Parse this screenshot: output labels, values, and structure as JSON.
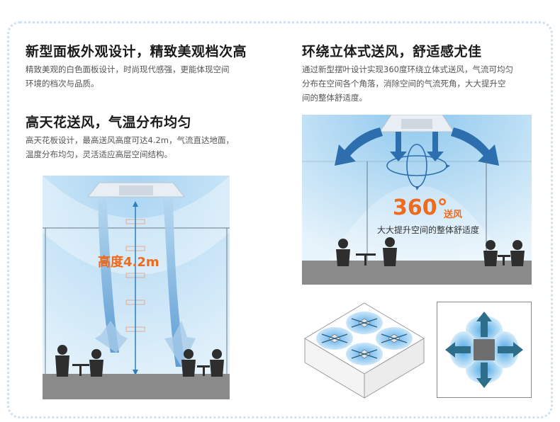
{
  "left": {
    "section1": {
      "title": "新型面板外观设计，精致美观档次高",
      "desc_line1": "精致美观的白色面板设计，时尚现代感强，更能体现空间",
      "desc_line2": "环境的档次与品质。"
    },
    "section2": {
      "title": "高天花送风，气温分布均匀",
      "desc_line1": "高天花板设计，最高送风高度可达4.2m，气流直达地面，",
      "desc_line2": "温度分布均匀，灵活适应高层空间结构。"
    },
    "height_label": "高度4.2m"
  },
  "right": {
    "section1": {
      "title": "环绕立体式送风，舒适感尤佳",
      "desc_line1": "通过新型摆叶设计实现360度环绕立体式送风，气流可均匀",
      "desc_line2": "分布在空间各个角落，消除空间的气流死角，大大提升空",
      "desc_line3": "间的整体舒适度。"
    },
    "airflow_number": "360°",
    "airflow_sub": "送风",
    "comfort_label": "大大提升空间的整体舒适度"
  },
  "colors": {
    "accent_orange": "#ef6a1c",
    "air_blue": "#2d7fc2",
    "floor_gray": "#8a8a8a",
    "arrow_teal": "#2f6e8a"
  }
}
